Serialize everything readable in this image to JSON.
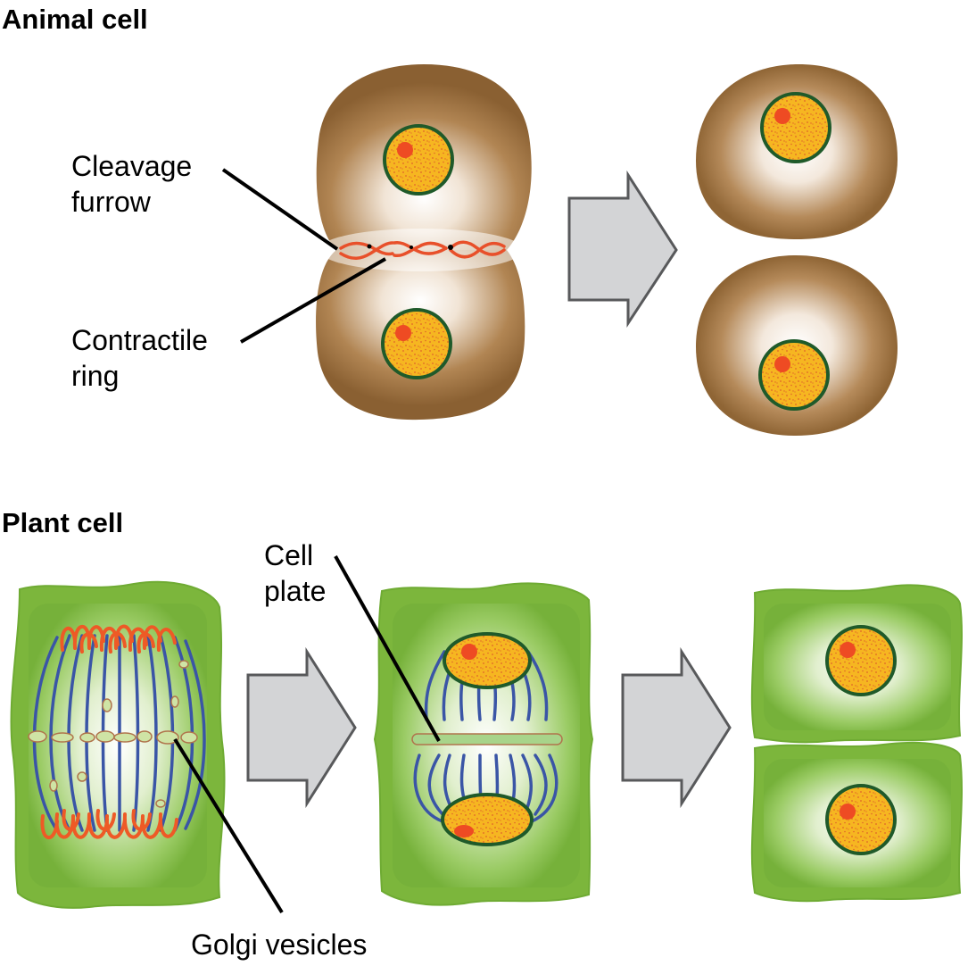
{
  "animal_section": {
    "title": "Animal cell",
    "labels": {
      "cleavage_furrow": [
        "Cleavage",
        "furrow"
      ],
      "contractile_ring": [
        "Contractile",
        "ring"
      ]
    }
  },
  "plant_section": {
    "title": "Plant cell",
    "labels": {
      "cell_plate": [
        "Cell",
        "plate"
      ],
      "golgi_vesicles": "Golgi vesicles"
    }
  },
  "colors": {
    "animal_cytoplasm_edge": "#8f6535",
    "animal_cytoplasm_center": "#ffffff",
    "nucleus_fill": "#f6b621",
    "nucleus_border": "#1f5a2a",
    "nucleolus": "#ee4b23",
    "contractile_ring": "#e8502a",
    "plant_wall": "#7cb63c",
    "plant_wall_dark": "#5e9a2c",
    "spindle_fibers": "#3a55a6",
    "golgi": "#ee5a26",
    "cell_plate": "#a8d48a",
    "arrow_fill": "#d3d4d6",
    "arrow_stroke": "#58595b"
  }
}
